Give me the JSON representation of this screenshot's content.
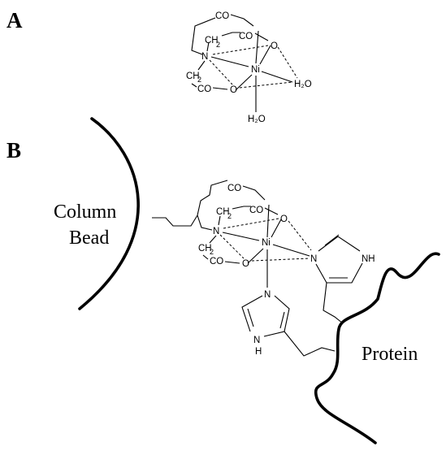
{
  "panels": [
    {
      "label": "A"
    },
    {
      "label": "B"
    }
  ],
  "chem": {
    "carboxyl": "CO",
    "ch": "CH",
    "sub2": "2",
    "nitrogen": "N",
    "oxygen": "O",
    "nickel": "Ni",
    "water": "H₂O",
    "imidazole_nh": "NH",
    "imidazole_h": "H"
  },
  "labels": {
    "bead_line1": "Column",
    "bead_line2": "Bead",
    "protein": "Protein"
  }
}
